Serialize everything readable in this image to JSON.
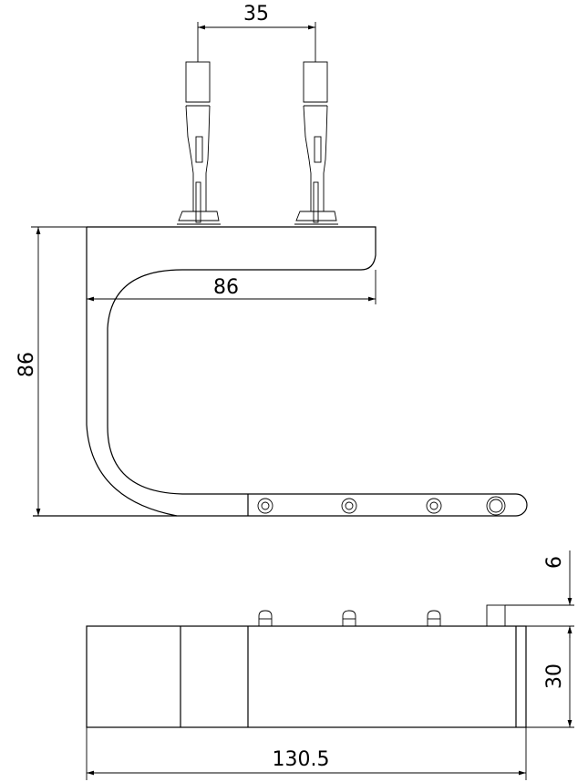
{
  "drawing": {
    "line_color": "#000000",
    "background": "#ffffff",
    "top_view": {
      "dim_terminal_spacing": "35",
      "dim_height": "86",
      "dim_width": "86",
      "mounting_holes": 3
    },
    "side_view": {
      "dim_pin_height": "6",
      "dim_body_height": "30",
      "dim_length": "130.5",
      "pins": 4
    }
  }
}
